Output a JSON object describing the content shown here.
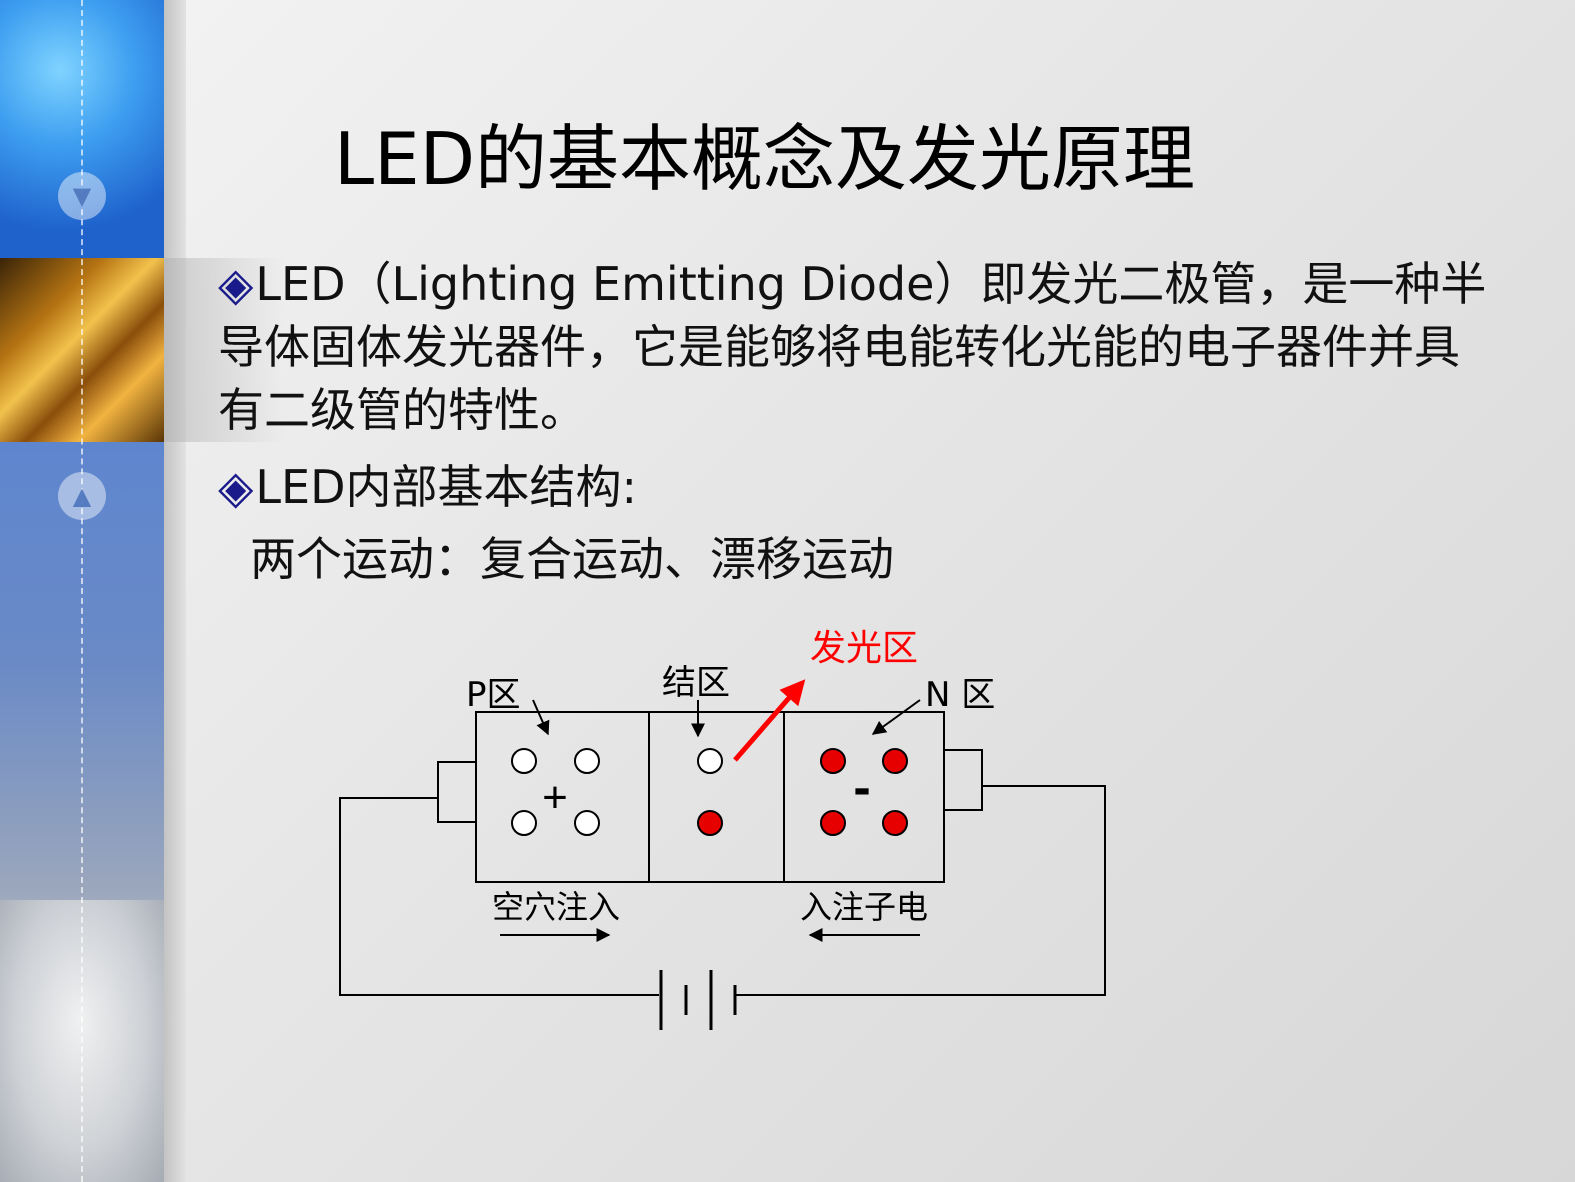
{
  "title": "LED的基本概念及发光原理",
  "bullet_symbol": "◈",
  "paragraphs": {
    "definition": "LED（Lighting Emitting Diode）即发光二极管，是一种半导体固体发光器件，它是能够将电能转化光能的电子器件并具有二级管的特性。",
    "structure_heading": "LED内部基本结构:",
    "motions": "两个运动：复合运动、漂移运动"
  },
  "diagram": {
    "label_p_region": "P区",
    "label_junction": "结区",
    "label_emission_zone": "发光区",
    "label_n_region": "N 区",
    "sign_plus": "+",
    "sign_minus": "-",
    "label_hole_injection": "空穴注入",
    "label_electron_injection": "入注子电",
    "colors": {
      "emission_arrow": "#ff0000",
      "electron_fill": "#e60000",
      "hole_fill": "#ffffff",
      "line": "#000000"
    }
  }
}
